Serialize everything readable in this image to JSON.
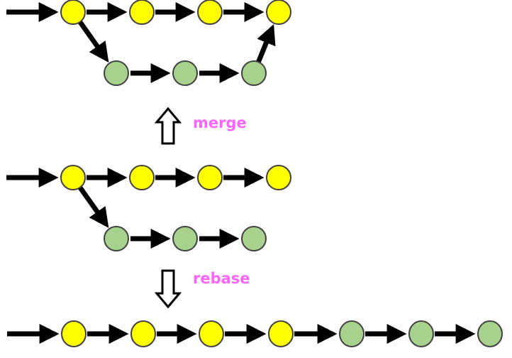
{
  "colors": {
    "main_commit": "#ffff00",
    "branch_commit": "#a9d18e",
    "commit_stroke": "#404040",
    "arrow": "#000000",
    "label": "#ff66ff"
  },
  "labels": {
    "merge": "merge",
    "rebase": "rebase"
  },
  "diagrams": [
    {
      "name": "merged-history",
      "main_commits": 4,
      "branch_commits": 3,
      "branch_from_main_index": 0,
      "merge_into_main_index": 3
    },
    {
      "name": "original-history",
      "main_commits": 4,
      "branch_commits": 3,
      "branch_from_main_index": 0
    },
    {
      "name": "rebased-history",
      "sequence": [
        "main",
        "main",
        "main",
        "main",
        "branch",
        "branch",
        "branch"
      ]
    }
  ],
  "transitions": [
    {
      "name": "merge",
      "direction": "up"
    },
    {
      "name": "rebase",
      "direction": "down"
    }
  ]
}
